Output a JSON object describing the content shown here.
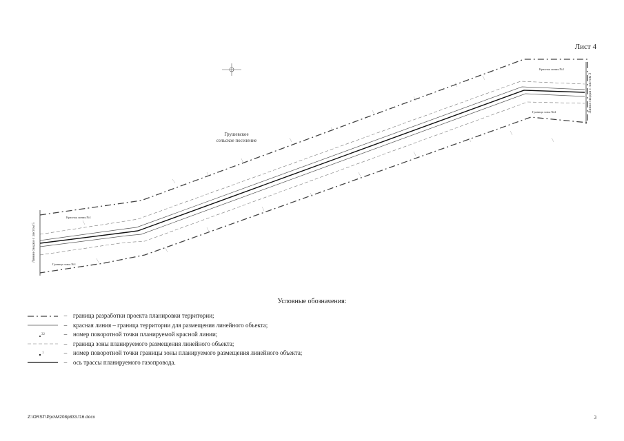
{
  "sheet_label": "Лист 4",
  "map": {
    "settlement_label_line1": "Грушевское",
    "settlement_label_line2": "сельское поселение",
    "match_line_left": "Линия сводки с листом 5",
    "match_line_right": "Линия сводки с листом 3",
    "red_line_label_left": "Красная линия №1",
    "zone_label_left": "Граница зоны №1",
    "red_line_label_right": "Красная линия №2",
    "zone_label_right": "Граница зоны №4",
    "line_color": "#333333",
    "axis_color": "#111111"
  },
  "legend": {
    "title": "Условные обозначения:",
    "dash": "–",
    "items": [
      {
        "symbol": "planning-boundary",
        "text": "граница разработки проекта планировки территории;"
      },
      {
        "symbol": "red-line",
        "text": "красная линия – граница территории для размещения линейного объекта;"
      },
      {
        "symbol": "red-line-point",
        "marker": "32",
        "text": "номер поворотной точки планируемой красной линии;"
      },
      {
        "symbol": "zone-boundary",
        "text": "граница зоны планируемого размещения линейного объекта;"
      },
      {
        "symbol": "zone-point",
        "marker": "1",
        "text": "номер поворотной точки границы зоны планируемого размещения линейного объекта;"
      },
      {
        "symbol": "pipeline-axis",
        "text": "ось трассы планируемого газопровода."
      }
    ]
  },
  "footer": {
    "path": "Z:\\ORST\\Ppo\\M208p833.f16.docx",
    "page_number": "3"
  }
}
